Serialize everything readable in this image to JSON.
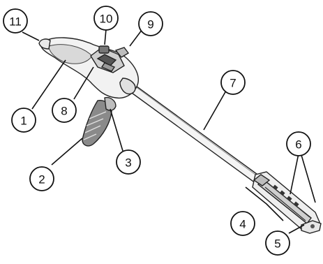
{
  "figure": {
    "callouts": [
      {
        "id": "callout-1",
        "label": "1"
      },
      {
        "id": "callout-2",
        "label": "2"
      },
      {
        "id": "callout-3",
        "label": "3"
      },
      {
        "id": "callout-4",
        "label": "4"
      },
      {
        "id": "callout-5",
        "label": "5"
      },
      {
        "id": "callout-6",
        "label": "6"
      },
      {
        "id": "callout-7",
        "label": "7"
      },
      {
        "id": "callout-8",
        "label": "8"
      },
      {
        "id": "callout-9",
        "label": "9"
      },
      {
        "id": "callout-10",
        "label": "10"
      },
      {
        "id": "callout-11",
        "label": "11"
      }
    ]
  }
}
